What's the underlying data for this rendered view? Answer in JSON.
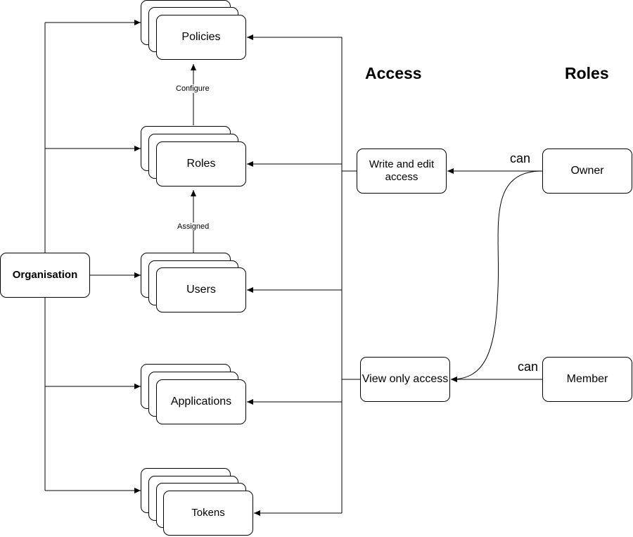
{
  "headings": {
    "access": "Access",
    "roles": "Roles"
  },
  "entities": {
    "organisation": "Organisation",
    "policies": "Policies",
    "roles": "Roles",
    "users": "Users",
    "applications": "Applications",
    "tokens": "Tokens"
  },
  "access_levels": {
    "write_edit": "Write and edit access",
    "view_only": "View only access"
  },
  "role_types": {
    "owner": "Owner",
    "member": "Member"
  },
  "edge_labels": {
    "configure": "Configure",
    "assigned": "Assigned",
    "can": "can"
  }
}
